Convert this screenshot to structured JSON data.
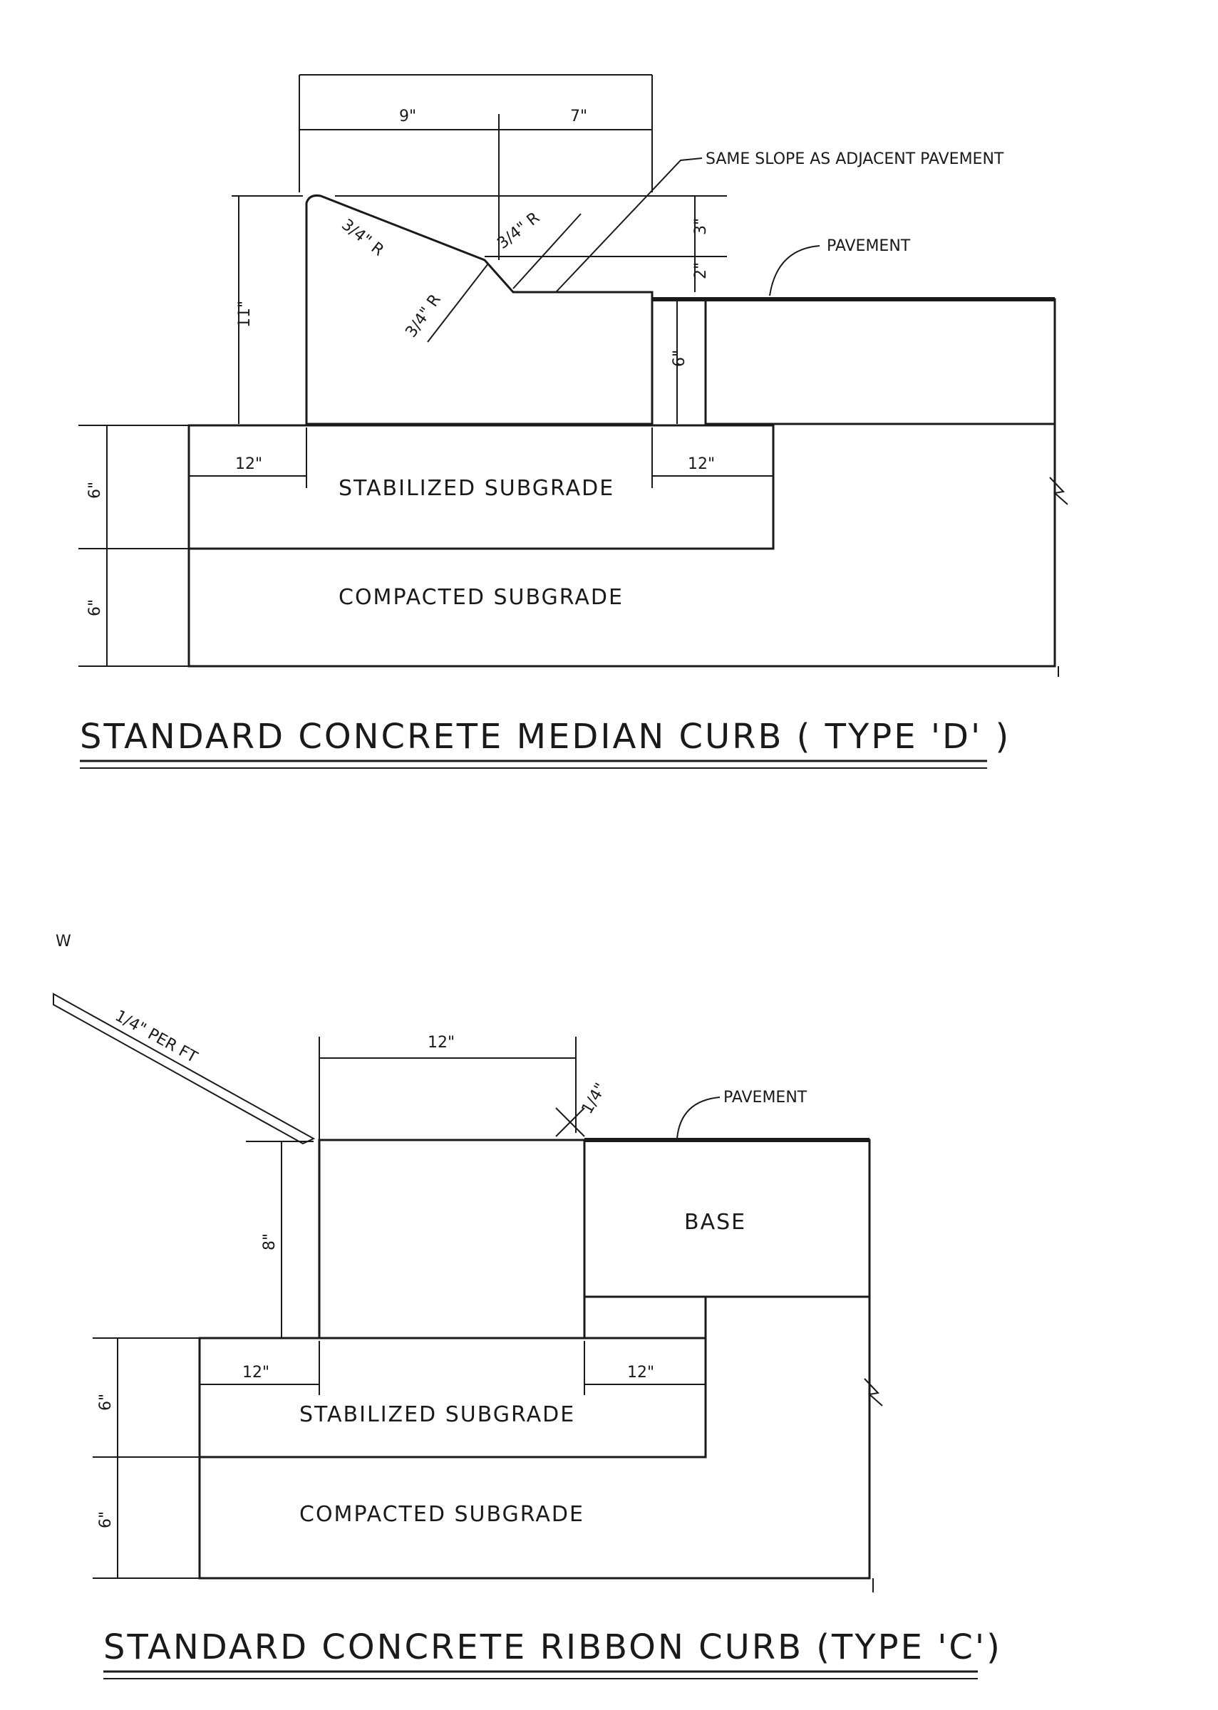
{
  "top": {
    "title": "STANDARD CONCRETE MEDIAN CURB ( TYPE 'D' )",
    "dims": {
      "width_left": "9\"",
      "width_right": "7\"",
      "height_total": "11\"",
      "height_top": "3\"",
      "height_mid": "2\"",
      "height_lower": "6\"",
      "base_left": "12\"",
      "base_right": "12\"",
      "layer_stab": "6\"",
      "layer_comp": "6\"",
      "radius_a": "3/4\" R",
      "radius_b": "3/4\" R",
      "radius_c": "3/4\" R"
    },
    "labels": {
      "slope_note": "SAME SLOPE AS ADJACENT PAVEMENT",
      "pavement": "PAVEMENT",
      "stabilized": "STABILIZED SUBGRADE",
      "compacted": "COMPACTED SUBGRADE"
    }
  },
  "bottom": {
    "title": "STANDARD CONCRETE RIBBON CURB (TYPE 'C')",
    "marker": "W",
    "dims": {
      "width": "12\"",
      "height": "8\"",
      "base_left": "12\"",
      "base_right": "12\"",
      "layer_stab": "6\"",
      "layer_comp": "6\"",
      "joint": "1/4\""
    },
    "labels": {
      "slope": "1/4\" PER FT",
      "pavement": "PAVEMENT",
      "base": "BASE",
      "stabilized": "STABILIZED SUBGRADE",
      "compacted": "COMPACTED SUBGRADE"
    }
  }
}
